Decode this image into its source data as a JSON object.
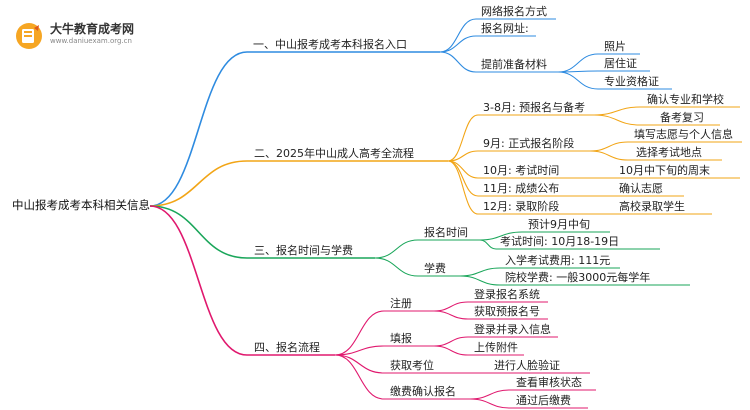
{
  "logo": {
    "title": "大牛教育成考网",
    "url": "www.daniuexam.org.cn"
  },
  "root": "中山报考成考本科相关信息",
  "colors": {
    "blue": "#2e8be0",
    "orange": "#f2a516",
    "green": "#1aa65a",
    "pink": "#e0186e"
  },
  "branches": [
    {
      "label": "一、中山报考成考本科报名入口",
      "color": "blue",
      "children": [
        {
          "label": "网络报名方式",
          "children": []
        },
        {
          "label": "报名网址:",
          "children": []
        },
        {
          "label": "提前准备材料",
          "children": [
            "照片",
            "居住证",
            "专业资格证"
          ]
        }
      ]
    },
    {
      "label": "二、2025年中山成人高考全流程",
      "color": "orange",
      "children": [
        {
          "label": "3-8月: 预报名与备考",
          "children": [
            "确认专业和学校",
            "备考复习"
          ]
        },
        {
          "label": "9月: 正式报名阶段",
          "children": [
            "填写志愿与个人信息",
            "选择考试地点"
          ]
        },
        {
          "label": "10月: 考试时间",
          "children": [
            "10月中下旬的周末"
          ]
        },
        {
          "label": "11月: 成绩公布",
          "children": [
            "确认志愿"
          ]
        },
        {
          "label": "12月: 录取阶段",
          "children": [
            "高校录取学生"
          ]
        }
      ]
    },
    {
      "label": "三、报名时间与学费",
      "color": "green",
      "children": [
        {
          "label": "报名时间",
          "children": [
            "预计9月中旬",
            "考试时间: 10月18-19日"
          ]
        },
        {
          "label": "学费",
          "children": [
            "入学考试费用: 111元",
            "院校学费: 一般3000元每学年"
          ]
        }
      ]
    },
    {
      "label": "四、报名流程",
      "color": "pink",
      "children": [
        {
          "label": "注册",
          "children": [
            "登录报名系统",
            "获取预报名号"
          ]
        },
        {
          "label": "填报",
          "children": [
            "登录并录入信息",
            "上传附件"
          ]
        },
        {
          "label": "获取考位",
          "children": [
            "进行人脸验证"
          ]
        },
        {
          "label": "缴费确认报名",
          "children": [
            "查看审核状态",
            "通过后缴费"
          ]
        }
      ]
    }
  ]
}
